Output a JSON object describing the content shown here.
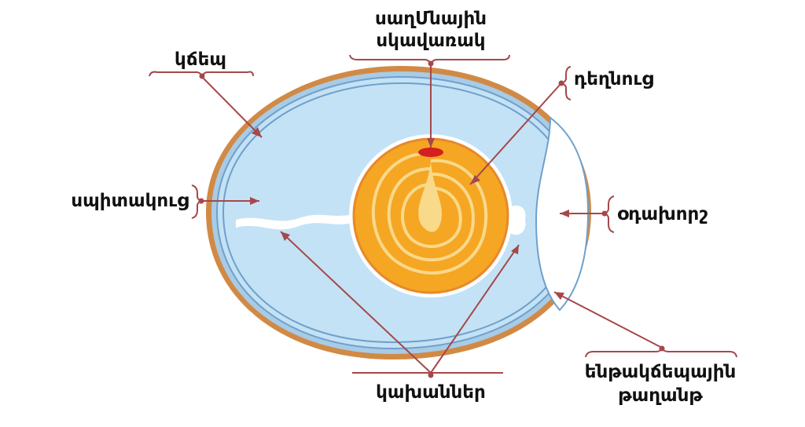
{
  "title": "Egg structure diagram",
  "labels": {
    "shell": "կճեպ",
    "germinal_disc_line1": "սաղՄնային",
    "germinal_disc_line2": "սկավառակ",
    "yolk": "դեղնուց",
    "albumen": "սպիտակուց",
    "air_cell": "օդախորշ",
    "shell_membrane_line1": "ենթակճեպային",
    "shell_membrane_line2": "թաղանթ",
    "chalazae": "կախաններ"
  },
  "colors": {
    "leader": "#a5484a",
    "shell": "#d18a45",
    "albumen": "#c4e2f5",
    "yolk": "#f5a623",
    "germinal_disc": "#d41f1f"
  }
}
